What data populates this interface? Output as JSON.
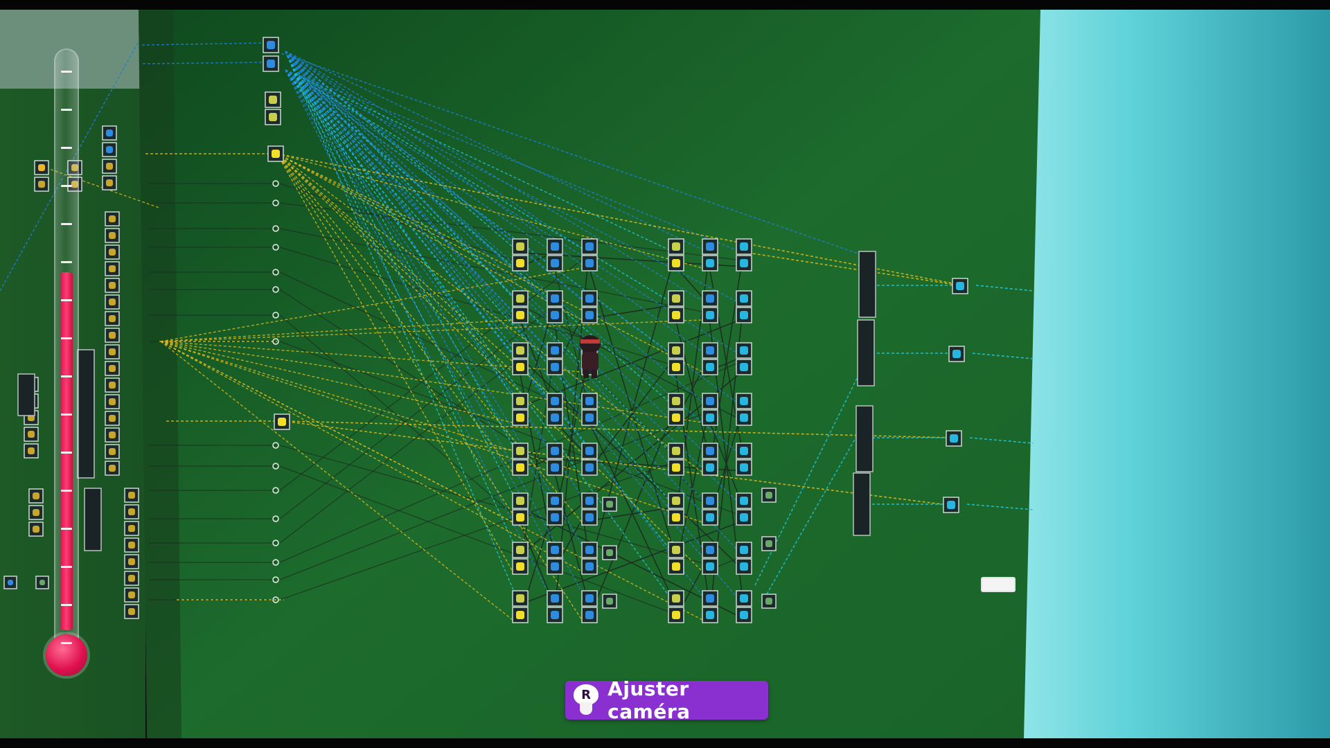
{
  "prompt": {
    "button": "R",
    "label": "Ajuster caméra"
  },
  "icons": {
    "controller_button": "right-stick-icon",
    "thermometer": "thermometer-icon"
  },
  "thermometer": {
    "level": 0.63
  },
  "colors": {
    "board": "#1f6a2e",
    "wire_blue": "#1f7fd8",
    "wire_cyan": "#23c6d8",
    "wire_yellow": "#d8b81c",
    "wire_dark": "#1c2d20",
    "prompt_bg": "#8a2fd0",
    "thermo_fill": "#e0185a",
    "sky": "#7fdde2"
  }
}
